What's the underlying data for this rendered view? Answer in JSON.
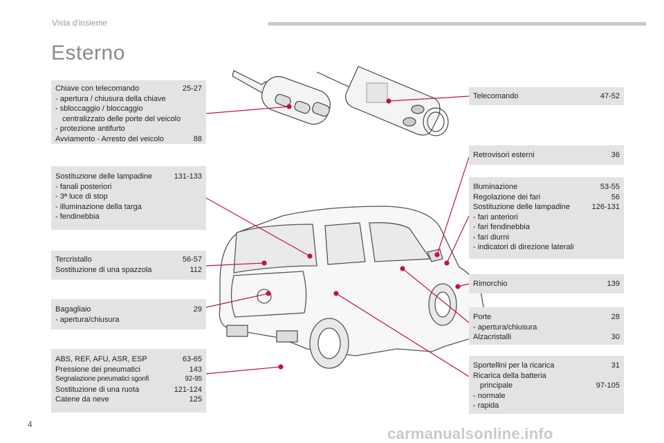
{
  "header": {
    "section": "Vista d'insieme"
  },
  "page_title": "Esterno",
  "page_number": "4",
  "watermark": "carmanualsonline.info",
  "left_boxes": {
    "key": {
      "rows": [
        {
          "text": "Chiave con telecomando",
          "page": "25-27"
        },
        {
          "text": "-  apertura / chiusura della chiave",
          "page": ""
        },
        {
          "text": "-  sbloccaggio / bloccaggio",
          "page": ""
        },
        {
          "text": "centralizzato delle porte del veicolo",
          "page": ""
        },
        {
          "text": "-  protezione antifurto",
          "page": ""
        },
        {
          "text": "Avviamento - Arresto del veicolo",
          "page": "88"
        }
      ]
    },
    "lamps": {
      "rows": [
        {
          "text": "Sostituzione delle lampadine",
          "page": "131-133"
        },
        {
          "text": "-  fanali posteriori",
          "page": ""
        },
        {
          "text": "-  3ª luce di stop",
          "page": ""
        },
        {
          "text": "-  illuminazione della targa",
          "page": ""
        },
        {
          "text": "-  fendinebbia",
          "page": ""
        }
      ]
    },
    "wiper": {
      "rows": [
        {
          "text": "Tercristallo",
          "page": "56-57"
        },
        {
          "text": "Sostituzione di una spazzola",
          "page": "112"
        }
      ]
    },
    "boot": {
      "rows": [
        {
          "text": "Bagagliaio",
          "page": "29"
        },
        {
          "text": "-  apertura/chiusura",
          "page": ""
        }
      ]
    },
    "abs": {
      "rows": [
        {
          "text": "ABS, REF, AFU, ASR, ESP",
          "page": "63-65"
        },
        {
          "text": "Pressione dei pneumatici",
          "page": "143"
        },
        {
          "text": "Segnalazione pneumatici sgonfi",
          "page": "92-95"
        },
        {
          "text": "Sostituzione di una ruota",
          "page": "121-124"
        },
        {
          "text": "Catene da neve",
          "page": "125"
        }
      ]
    }
  },
  "right_boxes": {
    "remote": {
      "rows": [
        {
          "text": "Telecomando",
          "page": "47-52"
        }
      ]
    },
    "mirrors": {
      "rows": [
        {
          "text": "Retrovisori esterni",
          "page": "36"
        }
      ]
    },
    "lighting": {
      "rows": [
        {
          "text": "Illuminazione",
          "page": "53-55"
        },
        {
          "text": "Regolazione dei fari",
          "page": "56"
        },
        {
          "text": "Sostituzione delle lampadine",
          "page": "126-131"
        },
        {
          "text": "-  fari anteriori",
          "page": ""
        },
        {
          "text": "-  fari fendinebbia",
          "page": ""
        },
        {
          "text": "-  fari diurni",
          "page": ""
        },
        {
          "text": "-  indicatori di direzione laterali",
          "page": ""
        }
      ]
    },
    "towing": {
      "rows": [
        {
          "text": "Rimorchio",
          "page": "139"
        }
      ]
    },
    "doors": {
      "rows": [
        {
          "text": "Porte",
          "page": "28"
        },
        {
          "text": "-  apertura/chiusura",
          "page": ""
        },
        {
          "text": "Alzacristalli",
          "page": "30"
        }
      ]
    },
    "charging": {
      "rows": [
        {
          "text": "Sportellini per la ricarica",
          "page": "31"
        },
        {
          "text": "Ricarica della batteria",
          "page": ""
        },
        {
          "text": "principale",
          "page": "97-105"
        },
        {
          "text": "-  normale",
          "page": ""
        },
        {
          "text": "-  rapida",
          "page": ""
        }
      ]
    }
  },
  "colors": {
    "box_bg": "#e3e3e3",
    "callout": "#c0143c",
    "car": "#555555"
  }
}
